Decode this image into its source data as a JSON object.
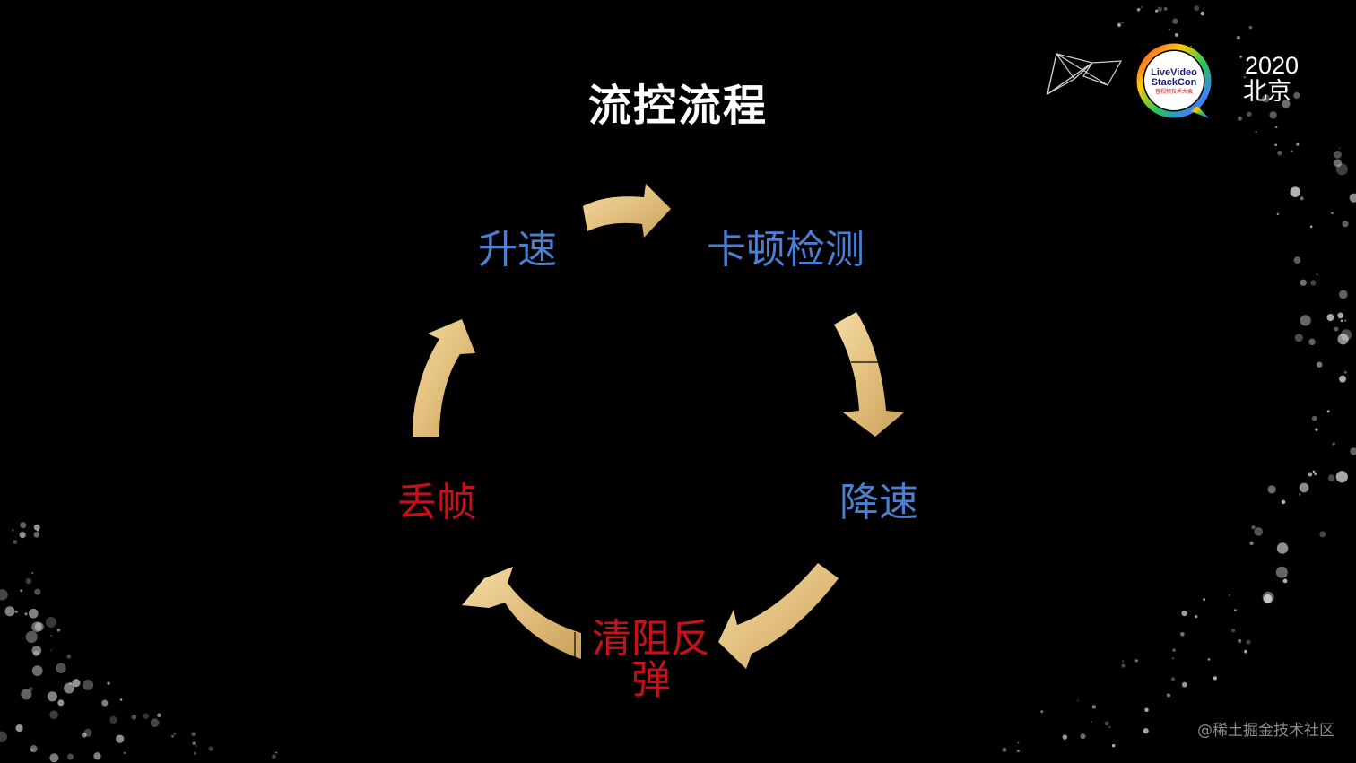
{
  "slide": {
    "title": "流控流程",
    "conference": {
      "year": "2020",
      "city": "北京",
      "logo_text_line1": "LiveVideo",
      "logo_text_line2": "StackCon",
      "logo_text_line3": "音视频技术大会"
    },
    "watermark": "@稀土掘金技术社区"
  },
  "diagram": {
    "type": "cycle",
    "nodes": [
      {
        "id": "up",
        "label": "升速",
        "color": "#4c7fd0"
      },
      {
        "id": "detect",
        "label": "卡顿检测",
        "color": "#4c7fd0"
      },
      {
        "id": "down",
        "label": "降速",
        "color": "#4c7fd0"
      },
      {
        "id": "bounce",
        "label": "清阻反弹",
        "color": "#c8101a"
      },
      {
        "id": "drop",
        "label": "丢帧",
        "color": "#c8101a"
      }
    ],
    "edges": [
      {
        "from": "up",
        "to": "detect"
      },
      {
        "from": "detect",
        "to": "down"
      },
      {
        "from": "down",
        "to": "bounce"
      },
      {
        "from": "bounce",
        "to": "drop"
      },
      {
        "from": "drop",
        "to": "up"
      }
    ],
    "arrow_color": "#e8c78a"
  }
}
